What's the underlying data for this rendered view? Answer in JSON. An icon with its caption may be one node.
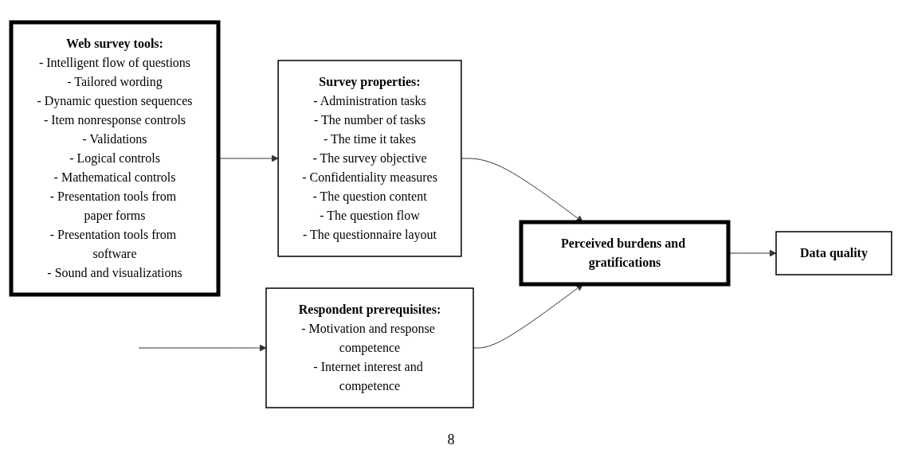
{
  "diagram": {
    "nodes": [
      {
        "text": [
          "Survey properties:",
          "- Administration tasks",
          "- The number of tasks",
          "- The time it takes",
          "- The survey objective",
          "- Confidentiality measures",
          "- The question content",
          "- The question flow",
          "- The questionnaire layout"
        ]
      },
      {
        "text": [
          "Perceived burdens and gratifications"
        ]
      },
      {
        "text": [
          "Data quality"
        ]
      },
      {
        "text": [
          "Web survey tools:",
          "- Intelligent flow of questions",
          "- Tailored wording",
          "- Dynamic question sequences",
          "- Item nonresponse controls",
          "- Validations",
          "- Logical controls",
          "- Mathematical controls",
          "- Presentation tools from paper forms",
          "- Presentation tools from software",
          "- Sound and visualizations"
        ]
      },
      {
        "text": [
          "Respondent prerequisites:",
          "- Motivation and response competence",
          "- Internet interest and competence"
        ]
      }
    ],
    "edges": [
      {
        "from": 0,
        "to": 1,
        "arrow": "to"
      },
      {
        "from": 1,
        "to": 2,
        "arrow": "to"
      },
      {
        "from": 3,
        "to": 0,
        "arrow": "to"
      },
      {
        "from": 4,
        "to": 1,
        "arrow": "to"
      },
      {
        "from": null,
        "to": 4,
        "arrow": "to"
      }
    ],
    "labels": [
      "8"
    ]
  }
}
